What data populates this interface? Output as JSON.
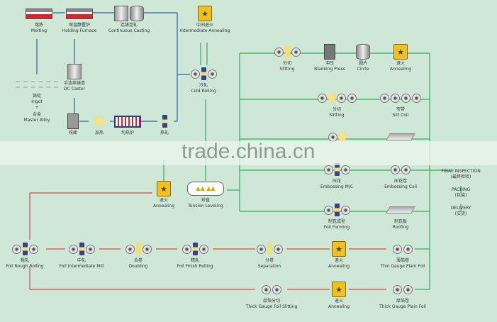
{
  "colors": {
    "background": "#cfe7d7",
    "blue_line": "#2b5fa8",
    "green_line": "#2fae5a",
    "red_line": "#d94a3a"
  },
  "watermark": "trade.china.cn",
  "nodes": [
    {
      "cn": "熔炼",
      "en": "Melting",
      "icon": "furnace-icon"
    },
    {
      "cn": "保温静置炉",
      "en": "Holding Furnace",
      "icon": "furnace-icon"
    },
    {
      "cn": "连铸连轧",
      "en": "Continuous Casting",
      "icon": "caster-icon"
    },
    {
      "cn": "中间退火",
      "en": "Intermediate Annealing",
      "icon": "annealing-furnace-icon"
    },
    {
      "cn": "铸锭",
      "en": "Ingot",
      "icon": "ingot-icon"
    },
    {
      "cn": "半连续铸造",
      "en": "DC Caster",
      "icon": "dc-caster-icon"
    },
    {
      "cn": "铣面",
      "en": "",
      "icon": "milling-icon"
    },
    {
      "cn": "加热",
      "en": "",
      "icon": "heating-icon"
    },
    {
      "cn": "均热炉",
      "en": "",
      "icon": "soaking-pit-icon"
    },
    {
      "cn": "热轧",
      "en": "",
      "icon": "hot-rolling-icon"
    },
    {
      "cn": "冷轧",
      "en": "Cold Rolling",
      "icon": "rolling-mill-icon"
    },
    {
      "cn": "分切",
      "en": "Slitting",
      "icon": "slitting-icon"
    },
    {
      "cn": "冲压",
      "en": "Blanking Press",
      "icon": "press-icon"
    },
    {
      "cn": "圆片",
      "en": "Circle",
      "icon": "circle-stack-icon"
    },
    {
      "cn": "退火",
      "en": "Annealing",
      "icon": "annealing-furnace-icon"
    },
    {
      "cn": "分切",
      "en": "Slitting",
      "icon": "slitting-icon"
    },
    {
      "cn": "窄带",
      "en": "Slit Coil",
      "icon": "coil-icon"
    },
    {
      "cn": "",
      "en": "",
      "icon": "coating-icon"
    },
    {
      "cn": "",
      "en": "",
      "icon": "sheet-icon"
    },
    {
      "cn": "压花",
      "en": "Embossing M/C",
      "icon": "rolling-mill-icon"
    },
    {
      "cn": "压花卷",
      "en": "Embossing Coil",
      "icon": "coil-icon"
    },
    {
      "cn": "制瓦成型",
      "en": "Foil Forming",
      "icon": "rolling-mill-icon"
    },
    {
      "cn": "制瓦板",
      "en": "Roofing",
      "icon": "roofing-icon"
    },
    {
      "cn": "退火",
      "en": "Annealing",
      "icon": "annealing-furnace-icon"
    },
    {
      "cn": "矫直",
      "en": "Tension Leveling",
      "icon": "tension-leveler-icon"
    },
    {
      "cn": "粗轧",
      "en": "Foil Rough Rolling",
      "icon": "rolling-mill-icon"
    },
    {
      "cn": "中轧",
      "en": "Foil Intermediate Mill",
      "icon": "rolling-mill-icon"
    },
    {
      "cn": "合卷",
      "en": "Doubling",
      "icon": "doubling-icon"
    },
    {
      "cn": "精轧",
      "en": "Foil Finish Rolling",
      "icon": "rolling-mill-icon"
    },
    {
      "cn": "分卷",
      "en": "Separation",
      "icon": "separation-icon"
    },
    {
      "cn": "退火",
      "en": "Annealing",
      "icon": "annealing-furnace-icon"
    },
    {
      "cn": "薄箔卷",
      "en": "Thin Gauge Plain Foil",
      "icon": "coil-icon"
    },
    {
      "cn": "厚箔分切",
      "en": "Thick Gauge Foil Slitting",
      "icon": "slitting-icon"
    },
    {
      "cn": "退火",
      "en": "Annealing",
      "icon": "annealing-furnace-icon"
    },
    {
      "cn": "厚箔卷",
      "en": "Thick Gauge Plain Foil",
      "icon": "coil-icon"
    }
  ],
  "ingot_extra": {
    "plus": "+",
    "cn": "合金",
    "en": "Master Alloy"
  },
  "final": {
    "inspection": "FINAL INSPECTION",
    "inspection_cn": "(最终检验)",
    "packing": "PACKING",
    "packing_cn": "(包装)",
    "delivery": "DELIVERY",
    "delivery_cn": "(交货)"
  }
}
